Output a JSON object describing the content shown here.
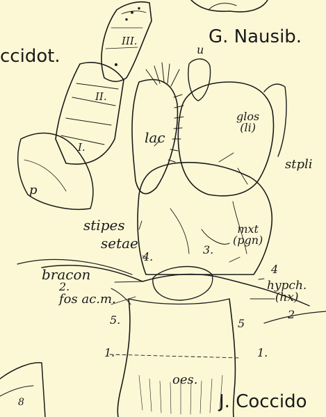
{
  "captions": {
    "top_left": "ccidot.",
    "top_right": "G. Nausib.",
    "bottom_right": "J. Coccido"
  },
  "labels": {
    "iii": "III.",
    "u": "u",
    "ii": "II.",
    "i_upper": "I.",
    "p": "p",
    "lac": "lac",
    "glos_li": "glos\n(li)",
    "stpli": "stpli",
    "stipes": "stipes",
    "setae": "setae",
    "n4_left": "4.",
    "n3": "3.",
    "mxt_pgn": "mxt\n(pgn)",
    "n4_right": "4",
    "bracon": "bracon",
    "n2_left": "2.",
    "fos_ac_m": "fos ac.m.",
    "hypch_hx": "hypch.\n(hx)",
    "n5_left": "5.",
    "n5_right": "5",
    "n2_right": "2",
    "n1_left": "1.",
    "n1_right": "1.",
    "oes": "oes.",
    "n8": "8"
  },
  "colors": {
    "paper": "#fcf8d6",
    "ink": "#1a1a1a"
  }
}
